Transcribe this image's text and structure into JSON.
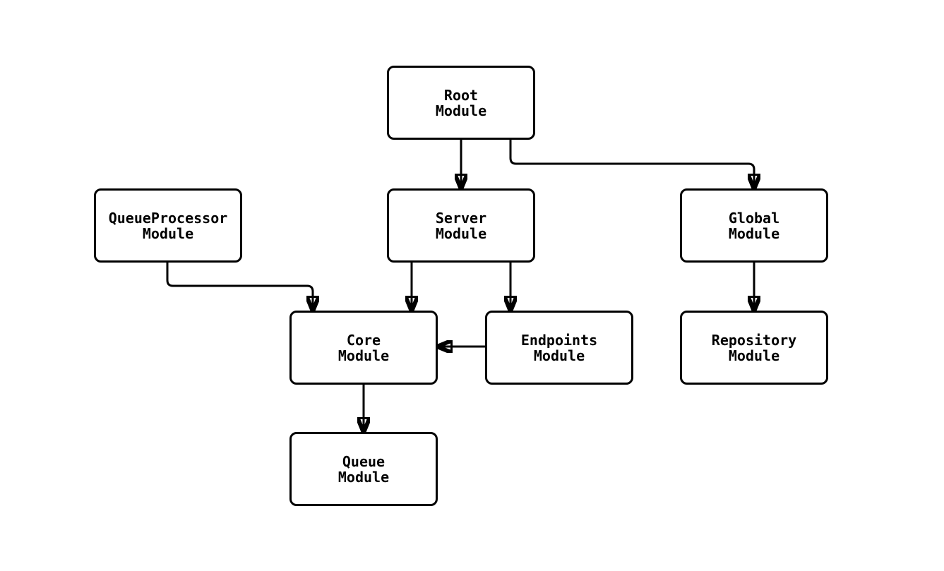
{
  "diagram": {
    "type": "flowchart",
    "background_color": "#ffffff",
    "node_fill_color": "#ffffff",
    "node_border_color": "#000000",
    "edge_color": "#000000",
    "text_color": "#000000",
    "nodes": [
      {
        "id": "root",
        "label": "Root\nModule"
      },
      {
        "id": "queueprocessor",
        "label": "QueueProcessor\nModule"
      },
      {
        "id": "server",
        "label": "Server\nModule"
      },
      {
        "id": "global",
        "label": "Global\nModule"
      },
      {
        "id": "core",
        "label": "Core\nModule"
      },
      {
        "id": "endpoints",
        "label": "Endpoints\nModule"
      },
      {
        "id": "repository",
        "label": "Repository\nModule"
      },
      {
        "id": "queue",
        "label": "Queue\nModule"
      }
    ],
    "edges": [
      {
        "from": "root",
        "to": "server"
      },
      {
        "from": "root",
        "to": "global"
      },
      {
        "from": "queueprocessor",
        "to": "core"
      },
      {
        "from": "server",
        "to": "core"
      },
      {
        "from": "server",
        "to": "endpoints"
      },
      {
        "from": "endpoints",
        "to": "core"
      },
      {
        "from": "global",
        "to": "repository"
      },
      {
        "from": "core",
        "to": "queue"
      }
    ]
  }
}
